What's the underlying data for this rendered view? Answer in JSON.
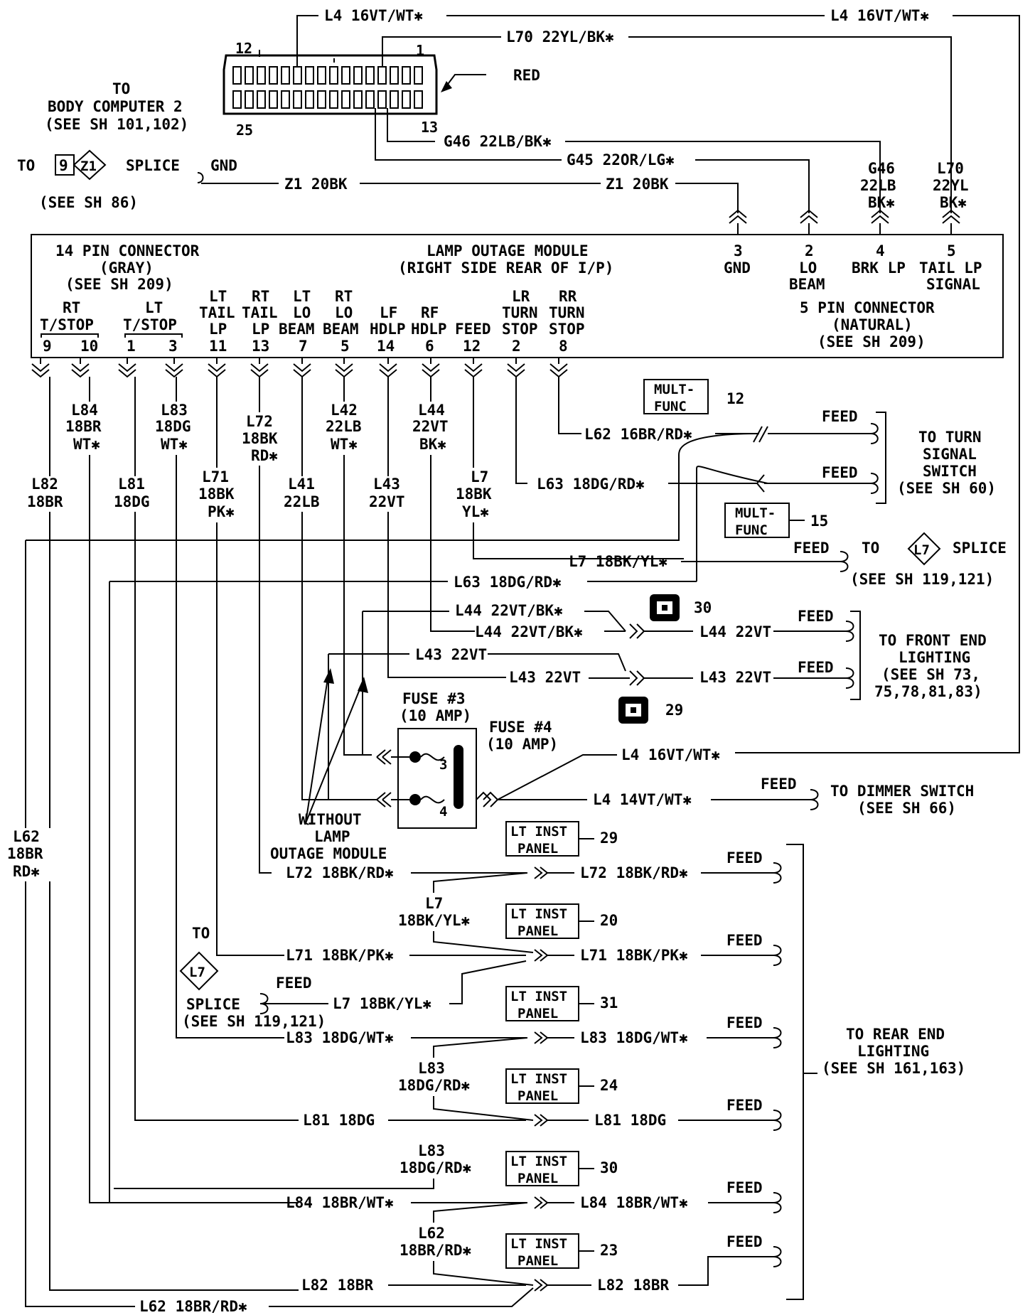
{
  "top": {
    "l4_a": "L4  16VT/WT✱",
    "l4_b": "L4  16VT/WT✱",
    "l70": "L70  22YL/BK✱",
    "red": "RED",
    "pin12": "12",
    "pin1": "1",
    "pin25": "25",
    "pin13": "13",
    "bc_to": "TO",
    "bc_name": "BODY COMPUTER 2",
    "bc_ref": "(SEE SH 101,102)",
    "g46": "G46  22LB/BK✱",
    "g45": "G45  22OR/LG✱",
    "to": "TO",
    "z1_num": "9",
    "z1_tag": "Z1",
    "splice": "SPLICE",
    "gnd": "GND",
    "see86": "(SEE SH 86)",
    "z1_a": "Z1  20BK",
    "z1_b": "Z1  20BK",
    "g46_c1": "G46",
    "g46_c2": "22LB",
    "g46_c3": "BK✱",
    "l70_c1": "L70",
    "l70_c2": "22YL",
    "l70_c3": "BK✱"
  },
  "module": {
    "conn14": "14 PIN CONNECTOR",
    "gray": "(GRAY)",
    "see209a": "(SEE SH 209)",
    "title": "LAMP OUTAGE MODULE",
    "location": "(RIGHT SIDE REAR OF I/P)",
    "conn5": "5 PIN CONNECTOR",
    "natural": "(NATURAL)",
    "see209b": "(SEE SH 209)",
    "top_pins": [
      {
        "num": "3",
        "l1": "GND",
        "l2": ""
      },
      {
        "num": "2",
        "l1": "LO",
        "l2": "BEAM"
      },
      {
        "num": "4",
        "l1": "BRK LP",
        "l2": ""
      },
      {
        "num": "5",
        "l1": "TAIL LP",
        "l2": "SIGNAL"
      }
    ],
    "groups": [
      {
        "l1": "RT",
        "l2": "T/STOP"
      },
      {
        "l1": "LT",
        "l2": "T/STOP"
      }
    ],
    "pins": [
      {
        "l1": "",
        "l2": "",
        "l3": "",
        "num": "9"
      },
      {
        "l1": "",
        "l2": "",
        "l3": "",
        "num": "10"
      },
      {
        "l1": "",
        "l2": "",
        "l3": "",
        "num": "1"
      },
      {
        "l1": "",
        "l2": "",
        "l3": "",
        "num": "3"
      },
      {
        "l1": "LT",
        "l2": "TAIL",
        "l3": "LP",
        "num": "11"
      },
      {
        "l1": "RT",
        "l2": "TAIL",
        "l3": "LP",
        "num": "13"
      },
      {
        "l1": "LT",
        "l2": "LO",
        "l3": "BEAM",
        "num": "7"
      },
      {
        "l1": "RT",
        "l2": "LO",
        "l3": "BEAM",
        "num": "5"
      },
      {
        "l1": "",
        "l2": "LF",
        "l3": "HDLP",
        "num": "14"
      },
      {
        "l1": "",
        "l2": "RF",
        "l3": "HDLP",
        "num": "6"
      },
      {
        "l1": "",
        "l2": "",
        "l3": "FEED",
        "num": "12"
      },
      {
        "l1": "LR",
        "l2": "TURN",
        "l3": "STOP",
        "num": "2"
      },
      {
        "l1": "RR",
        "l2": "TURN",
        "l3": "STOP",
        "num": "8"
      }
    ]
  },
  "wires": {
    "l84": [
      "L84",
      "18BR",
      "WT✱"
    ],
    "l83": [
      "L83",
      "18DG",
      "WT✱"
    ],
    "l72": [
      "L72",
      "18BK",
      "RD✱"
    ],
    "l42": [
      "L42",
      "22LB",
      "WT✱"
    ],
    "l44": [
      "L44",
      "22VT",
      "BK✱"
    ],
    "l82": [
      "L82",
      "18BR"
    ],
    "l81": [
      "L81",
      "18DG"
    ],
    "l71": [
      "L71",
      "18BK",
      "PK✱"
    ],
    "l41": [
      "L41",
      "22LB"
    ],
    "l43": [
      "L43",
      "22VT"
    ],
    "l7": [
      "L7",
      "18BK",
      "YL✱"
    ],
    "l62": [
      "L62",
      "18BR",
      "RD✱"
    ]
  },
  "mid": {
    "multi1": [
      "MULT-",
      "FUNC"
    ],
    "multi1_num": "12",
    "l62": "L62  16BR/RD✱",
    "feed1": "FEED",
    "l63": "L63  18DG/RD✱",
    "feed2": "FEED",
    "turn_to": "TO TURN",
    "turn_signal": "SIGNAL",
    "turn_switch": "SWITCH",
    "turn_see": "(SEE SH 60)",
    "multi2": [
      "MULT-",
      "FUNC"
    ],
    "multi2_num": "15",
    "feed3": "FEED",
    "to_l7": "TO",
    "l7_tag": "L7",
    "l7_splice": "SPLICE",
    "l7_see": "(SEE SH 119,121)",
    "l7_wire": "L7  18BK/YL✱",
    "l63_wire": "L63  18DG/RD✱",
    "c30": "30",
    "l44_a": "L44  22VT/BK✱",
    "l44_b": "L44  22VT/BK✱",
    "l44_c": "L44  22VT",
    "feed4": "FEED",
    "front_to": "TO FRONT END",
    "front_lighting": "LIGHTING",
    "front_see1": "(SEE SH 73,",
    "front_see2": "75,78,81,83)",
    "l43_a": "L43  22VT",
    "l43_b": "L43  22VT",
    "l43_c": "L43  22VT",
    "feed5": "FEED",
    "c29": "29",
    "fuse3": "FUSE #3",
    "fuse3_amp": "(10 AMP)",
    "fuse4": "FUSE #4",
    "fuse4_amp": "(10 AMP)",
    "f3": "3",
    "f4": "4",
    "l4_16": "L4  16VT/WT✱",
    "l4_14": "L4  14VT/WT✱",
    "feed6": "FEED",
    "dimmer": "TO DIMMER SWITCH",
    "dimmer_see": "(SEE SH 66)",
    "without1": "WITHOUT",
    "without2": "LAMP",
    "without3": "OUTAGE MODULE"
  },
  "bottom": {
    "lt": "LT INST",
    "panel": "PANEL",
    "p1": "29",
    "p2": "20",
    "p3": "31",
    "p4": "24",
    "p5": "30",
    "p6": "23",
    "feed": "FEED",
    "l72_a": "L72  18BK/RD✱",
    "l72_b": "L72  18BK/RD✱",
    "l7_t": [
      "L7",
      "18BK/YL✱"
    ],
    "l71_a": "L71  18BK/PK✱",
    "l71_b": "L71  18BK/PK✱",
    "to": "TO",
    "l7_tag": "L7",
    "splice": "SPLICE",
    "splice_see": "(SEE SH 119,121)",
    "feed_splice": "FEED",
    "l7_wire": "L7  18BK/YL✱",
    "l83_a": "L83  18DG/WT✱",
    "l83_b": "L83  18DG/WT✱",
    "l83_t1": [
      "L83",
      "18DG/RD✱"
    ],
    "l81_a": "L81  18DG",
    "l81_b": "L81  18DG",
    "l83_t2": [
      "L83",
      "18DG/RD✱"
    ],
    "l84_a": "L84  18BR/WT✱",
    "l84_b": "L84  18BR/WT✱",
    "l62_t": [
      "L62",
      "18BR/RD✱"
    ],
    "l82_a": "L82  18BR",
    "l82_b": "L82  18BR",
    "l62_bottom": "L62  18BR/RD✱",
    "rear_to": "TO REAR END",
    "rear_lighting": "LIGHTING",
    "rear_see": "(SEE SH 161,163)",
    "l62_left": [
      "L62",
      "18BR",
      "RD✱"
    ]
  }
}
